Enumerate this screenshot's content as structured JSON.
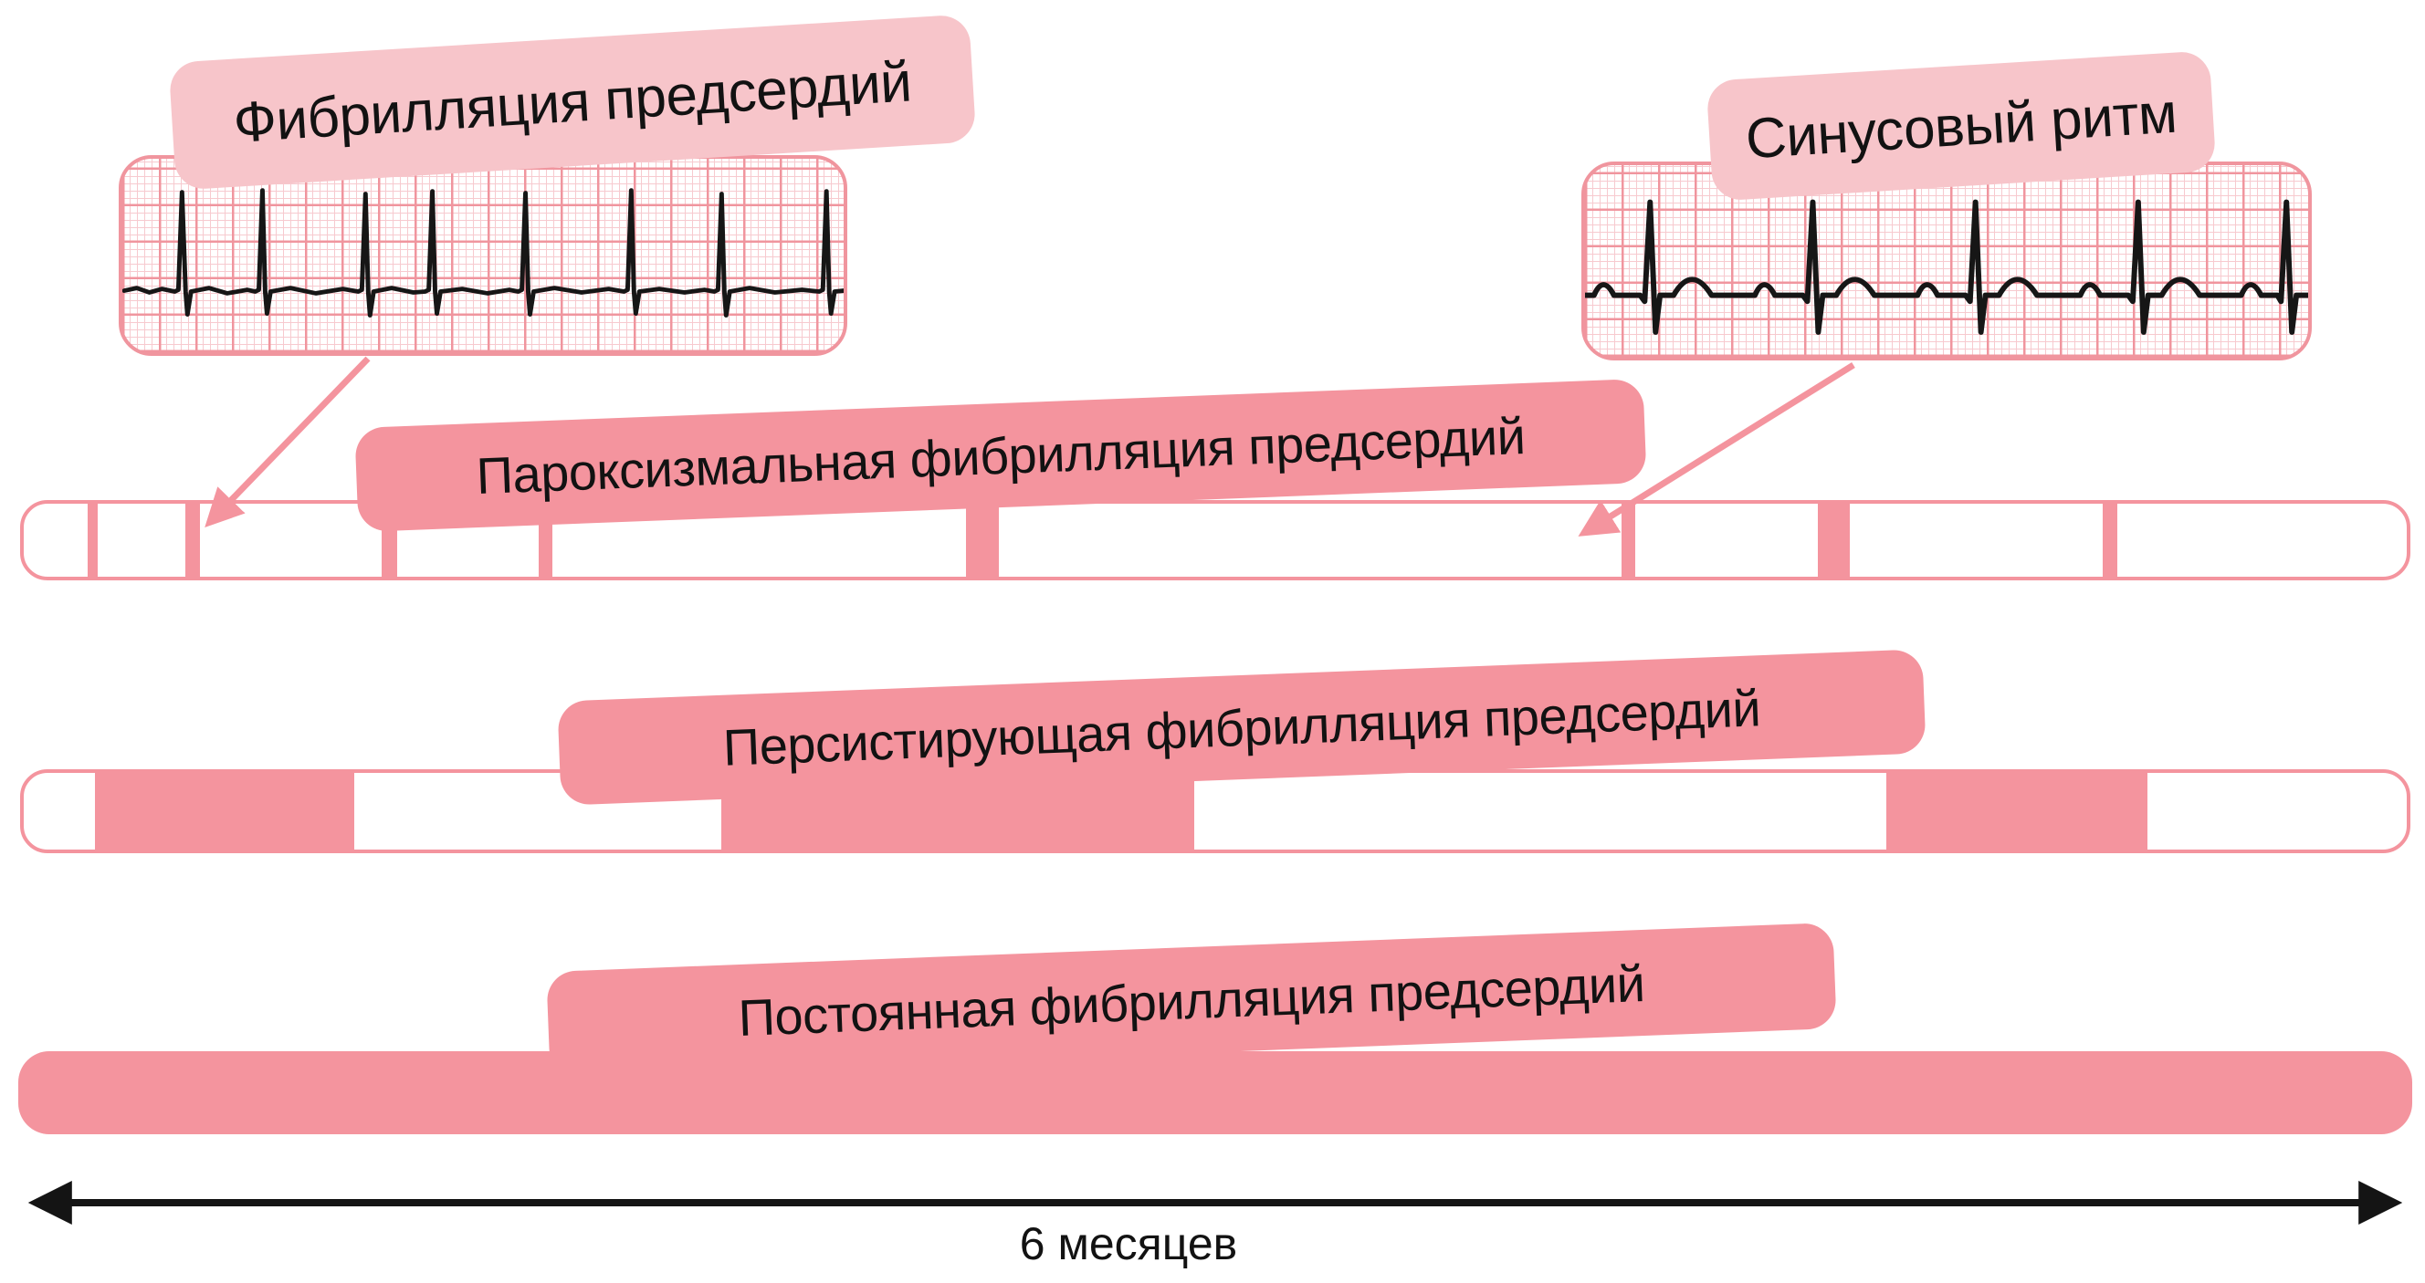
{
  "ecg_labels": {
    "af": "Фибрилляция предсердий",
    "sinus": "Синусовый ритм"
  },
  "ecg_strips": {
    "af_rhythm": "atrial-fibrillation",
    "sinus_rhythm": "sinus-rhythm"
  },
  "bars": [
    {
      "id": "paroxysmal",
      "label": "Пароксизмальная фибрилляция предсердий",
      "fill": "white",
      "segments": [
        {
          "left": 2.67,
          "width": 0.45
        },
        {
          "left": 6.8,
          "width": 0.6
        },
        {
          "left": 15.01,
          "width": 0.65
        },
        {
          "left": 21.62,
          "width": 0.55
        },
        {
          "left": 39.53,
          "width": 1.4
        },
        {
          "left": 67.04,
          "width": 0.6
        },
        {
          "left": 75.29,
          "width": 1.35
        },
        {
          "left": 87.24,
          "width": 0.62
        }
      ]
    },
    {
      "id": "persistent",
      "label": "Персистирующая фибрилляция предсердий",
      "fill": "white",
      "segments": [
        {
          "left": 2.98,
          "width": 10.89
        },
        {
          "left": 29.26,
          "width": 19.86
        },
        {
          "left": 78.15,
          "width": 10.96
        }
      ]
    },
    {
      "id": "permanent",
      "label": "Постоянная фибрилляция предсердий",
      "fill": "solid-pink",
      "segments": [
        {
          "left": 0,
          "width": 100
        }
      ]
    }
  ],
  "axis": {
    "label": "6 месяцев"
  },
  "colors": {
    "accent_pink": "#f4949e",
    "light_label_pink": "#f7c5ca",
    "ecg_grid_major": "#f0959e",
    "ecg_grid_minor": "#f7cacf",
    "waveform_black": "#161616",
    "text_black": "#121212"
  }
}
